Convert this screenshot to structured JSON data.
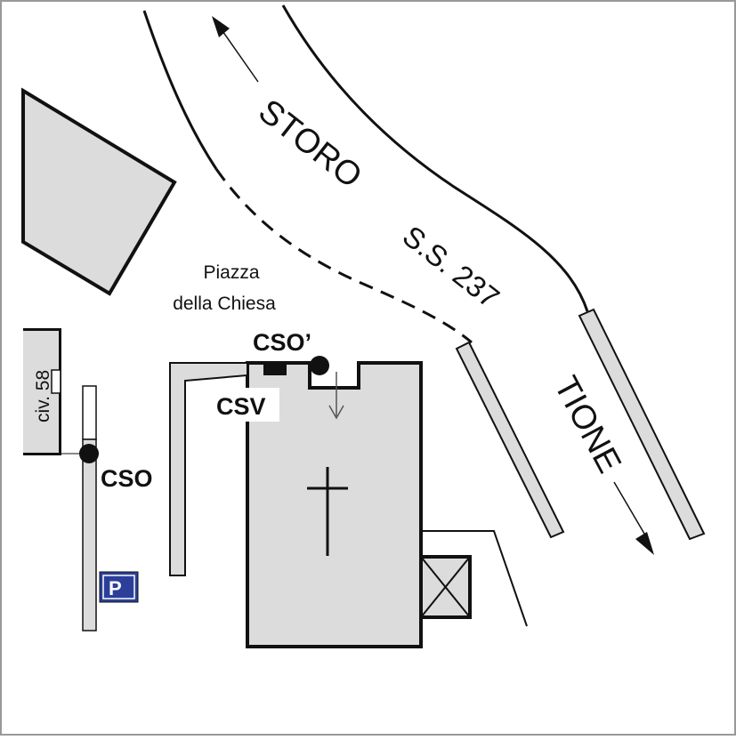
{
  "roads": {
    "storo": "STORO",
    "road_number": "S.S. 237",
    "tione": "TIONE"
  },
  "square": {
    "line1": "Piazza",
    "line2": "della Chiesa"
  },
  "markers": {
    "cso_prime": "CSO’",
    "csv": "CSV",
    "cso": "CSO"
  },
  "house_number": "civ. 58",
  "parking": {
    "label": "P",
    "color": "#2b3f9a"
  },
  "colors": {
    "building": "#dcdcdc",
    "line": "#111111",
    "sidewalk": "#dcdcdc"
  },
  "icons": {
    "church": "cross-icon",
    "parking": "parking-icon",
    "entrance": "arrow-down-icon"
  }
}
